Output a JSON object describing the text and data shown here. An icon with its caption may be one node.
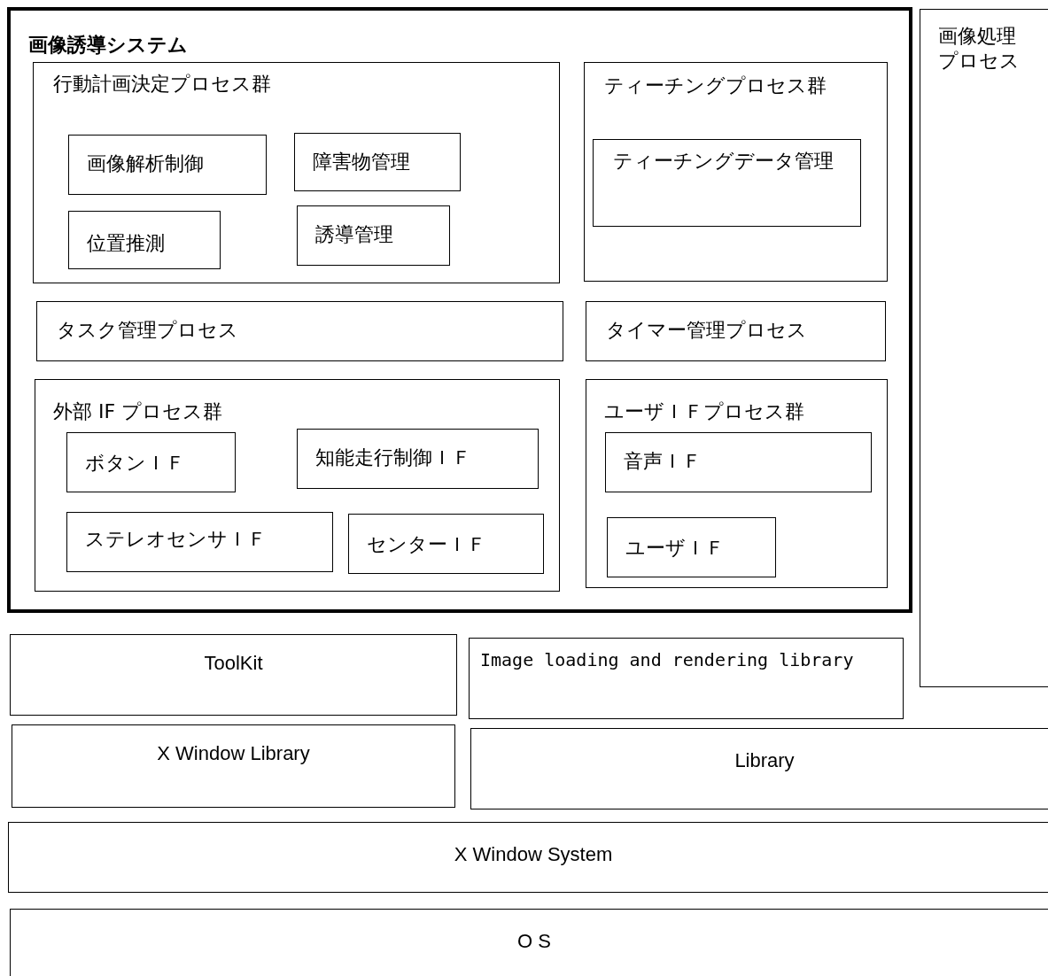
{
  "diagram": {
    "nodes": [
      {
        "text": [
          "画像誘導システム"
        ]
      },
      {
        "text": [
          "行動計画決定プロセス群"
        ],
        "in": 0
      },
      {
        "text": [
          "画像解析制御"
        ],
        "in": 1
      },
      {
        "text": [
          "障害物管理"
        ],
        "in": 1
      },
      {
        "text": [
          "位置推測"
        ],
        "in": 1
      },
      {
        "text": [
          "誘導管理"
        ],
        "in": 1
      },
      {
        "text": [
          "ティーチングプロセス群"
        ],
        "in": 0
      },
      {
        "text": [
          "ティーチングデータ管理"
        ],
        "in": 6
      },
      {
        "text": [
          "タスク管理プロセス"
        ],
        "in": 0
      },
      {
        "text": [
          "タイマー管理プロセス"
        ],
        "in": 0
      },
      {
        "text": [
          "外部 IF プロセス群"
        ],
        "in": 0
      },
      {
        "text": [
          "ボタンＩＦ"
        ],
        "in": 10
      },
      {
        "text": [
          "知能走行制御ＩＦ"
        ],
        "in": 10
      },
      {
        "text": [
          "ステレオセンサＩＦ"
        ],
        "in": 10
      },
      {
        "text": [
          "センターＩＦ"
        ],
        "in": 10
      },
      {
        "text": [
          "ユーザＩＦプロセス群"
        ],
        "in": 0
      },
      {
        "text": [
          "音声ＩＦ"
        ],
        "in": 15
      },
      {
        "text": [
          "ユーザＩＦ"
        ],
        "in": 15
      },
      {
        "text": [
          "画像処理プロセス"
        ]
      },
      {
        "text": [
          "ToolKit"
        ]
      },
      {
        "text": [
          "Image loading and rendering library"
        ]
      },
      {
        "text": [
          "X Window Library"
        ]
      },
      {
        "text": [
          "Library"
        ]
      },
      {
        "text": [
          "X Window System"
        ]
      },
      {
        "text": [
          "O S"
        ]
      }
    ]
  }
}
